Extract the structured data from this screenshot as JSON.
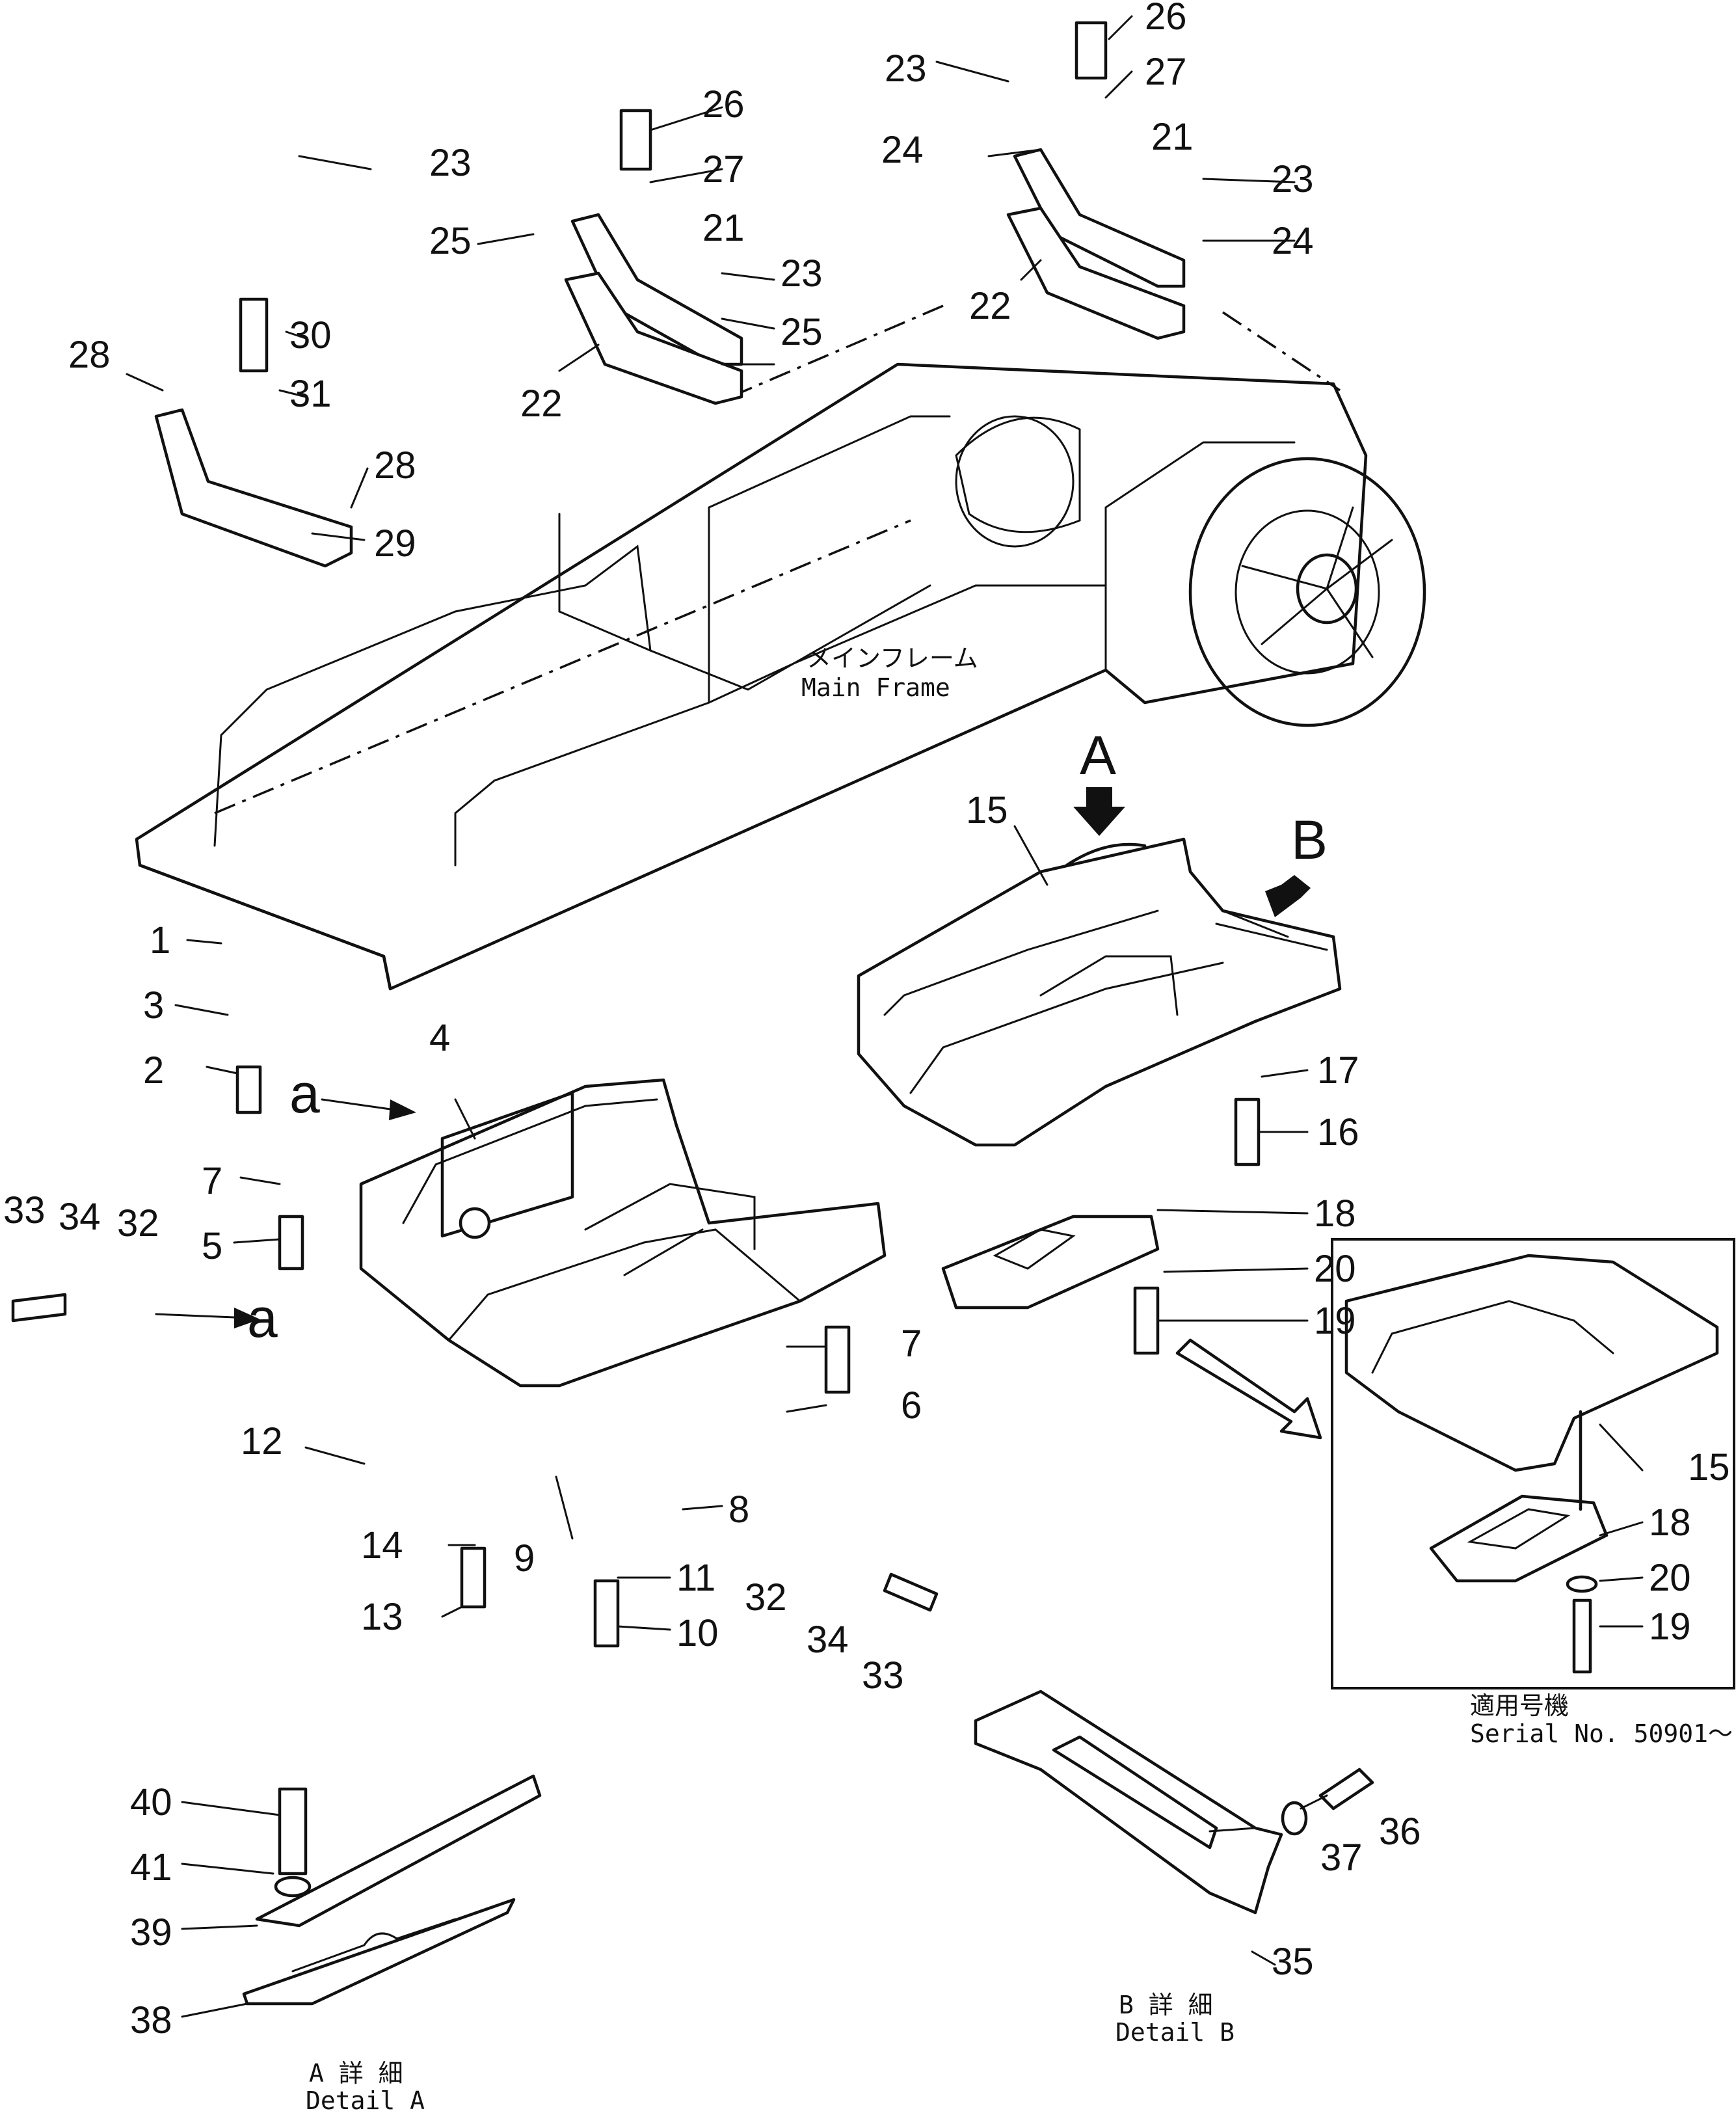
{
  "callouts": [
    "1",
    "2",
    "3",
    "4",
    "5",
    "6",
    "7",
    "7",
    "8",
    "9",
    "10",
    "11",
    "12",
    "13",
    "14",
    "15",
    "15",
    "16",
    "17",
    "18",
    "18",
    "19",
    "19",
    "20",
    "20",
    "21",
    "21",
    "22",
    "22",
    "23",
    "23",
    "23",
    "23",
    "24",
    "24",
    "25",
    "25",
    "26",
    "26",
    "27",
    "27",
    "28",
    "28",
    "29",
    "30",
    "31",
    "32",
    "32",
    "33",
    "33",
    "34",
    "34",
    "35",
    "36",
    "37",
    "38",
    "39",
    "40",
    "41"
  ],
  "labels": {
    "main_frame_jp": "メインフレーム",
    "main_frame_en": "Main  Frame",
    "view_a": "A",
    "view_b": "B",
    "arrow_a_start": "a",
    "arrow_a_end": "a",
    "serial_jp": "適用号機",
    "serial_en": "Serial  No. 50901～",
    "detail_a_jp": "A 詳 細",
    "detail_a_en": "Detail  A",
    "detail_b_jp": "B 詳 細",
    "detail_b_en": "Detail  B"
  }
}
